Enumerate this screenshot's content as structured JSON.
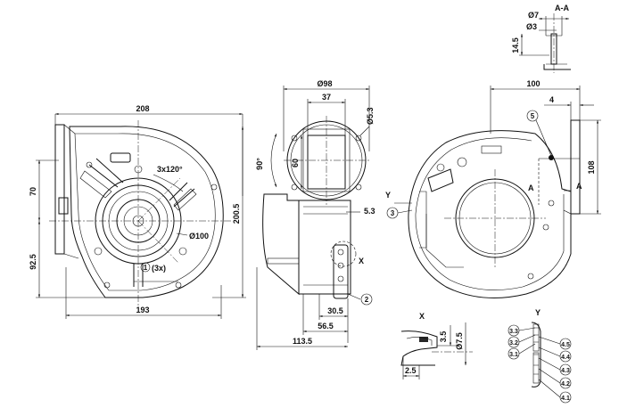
{
  "front_view": {
    "width": "208",
    "bottom_width": "193",
    "height": "200.5",
    "left_top": "70",
    "left_bottom": "92.5",
    "angle": "3x120°",
    "circle_dia": "Ø100",
    "callout": "1",
    "callout_text": "(3x)"
  },
  "side_view": {
    "dia": "Ø98",
    "w37": "37",
    "hole": "Ø5.3",
    "angle": "90°",
    "h60": "60",
    "d53": "5.3",
    "x_label": "X",
    "callout": "2",
    "d305": "30.5",
    "d565": "56.5",
    "d1135": "113.5"
  },
  "section_aa": {
    "title": "A-A",
    "d7": "Ø7",
    "d3": "Ø3",
    "h145": "14.5"
  },
  "right_view": {
    "w100": "100",
    "d4": "4",
    "h108": "108",
    "callout5": "5",
    "y_label": "Y",
    "callout3": "3",
    "a_left": "A",
    "a_right": "A"
  },
  "detail_x": {
    "title": "X",
    "h35": "3.5",
    "d75": "Ø7.5",
    "d25": "2.5"
  },
  "detail_y": {
    "title": "Y",
    "labels_left": [
      "3.3",
      "3.2",
      "3.1"
    ],
    "labels_right": [
      "4.5",
      "4.4",
      "4.3",
      "4.2",
      "4.1"
    ]
  }
}
